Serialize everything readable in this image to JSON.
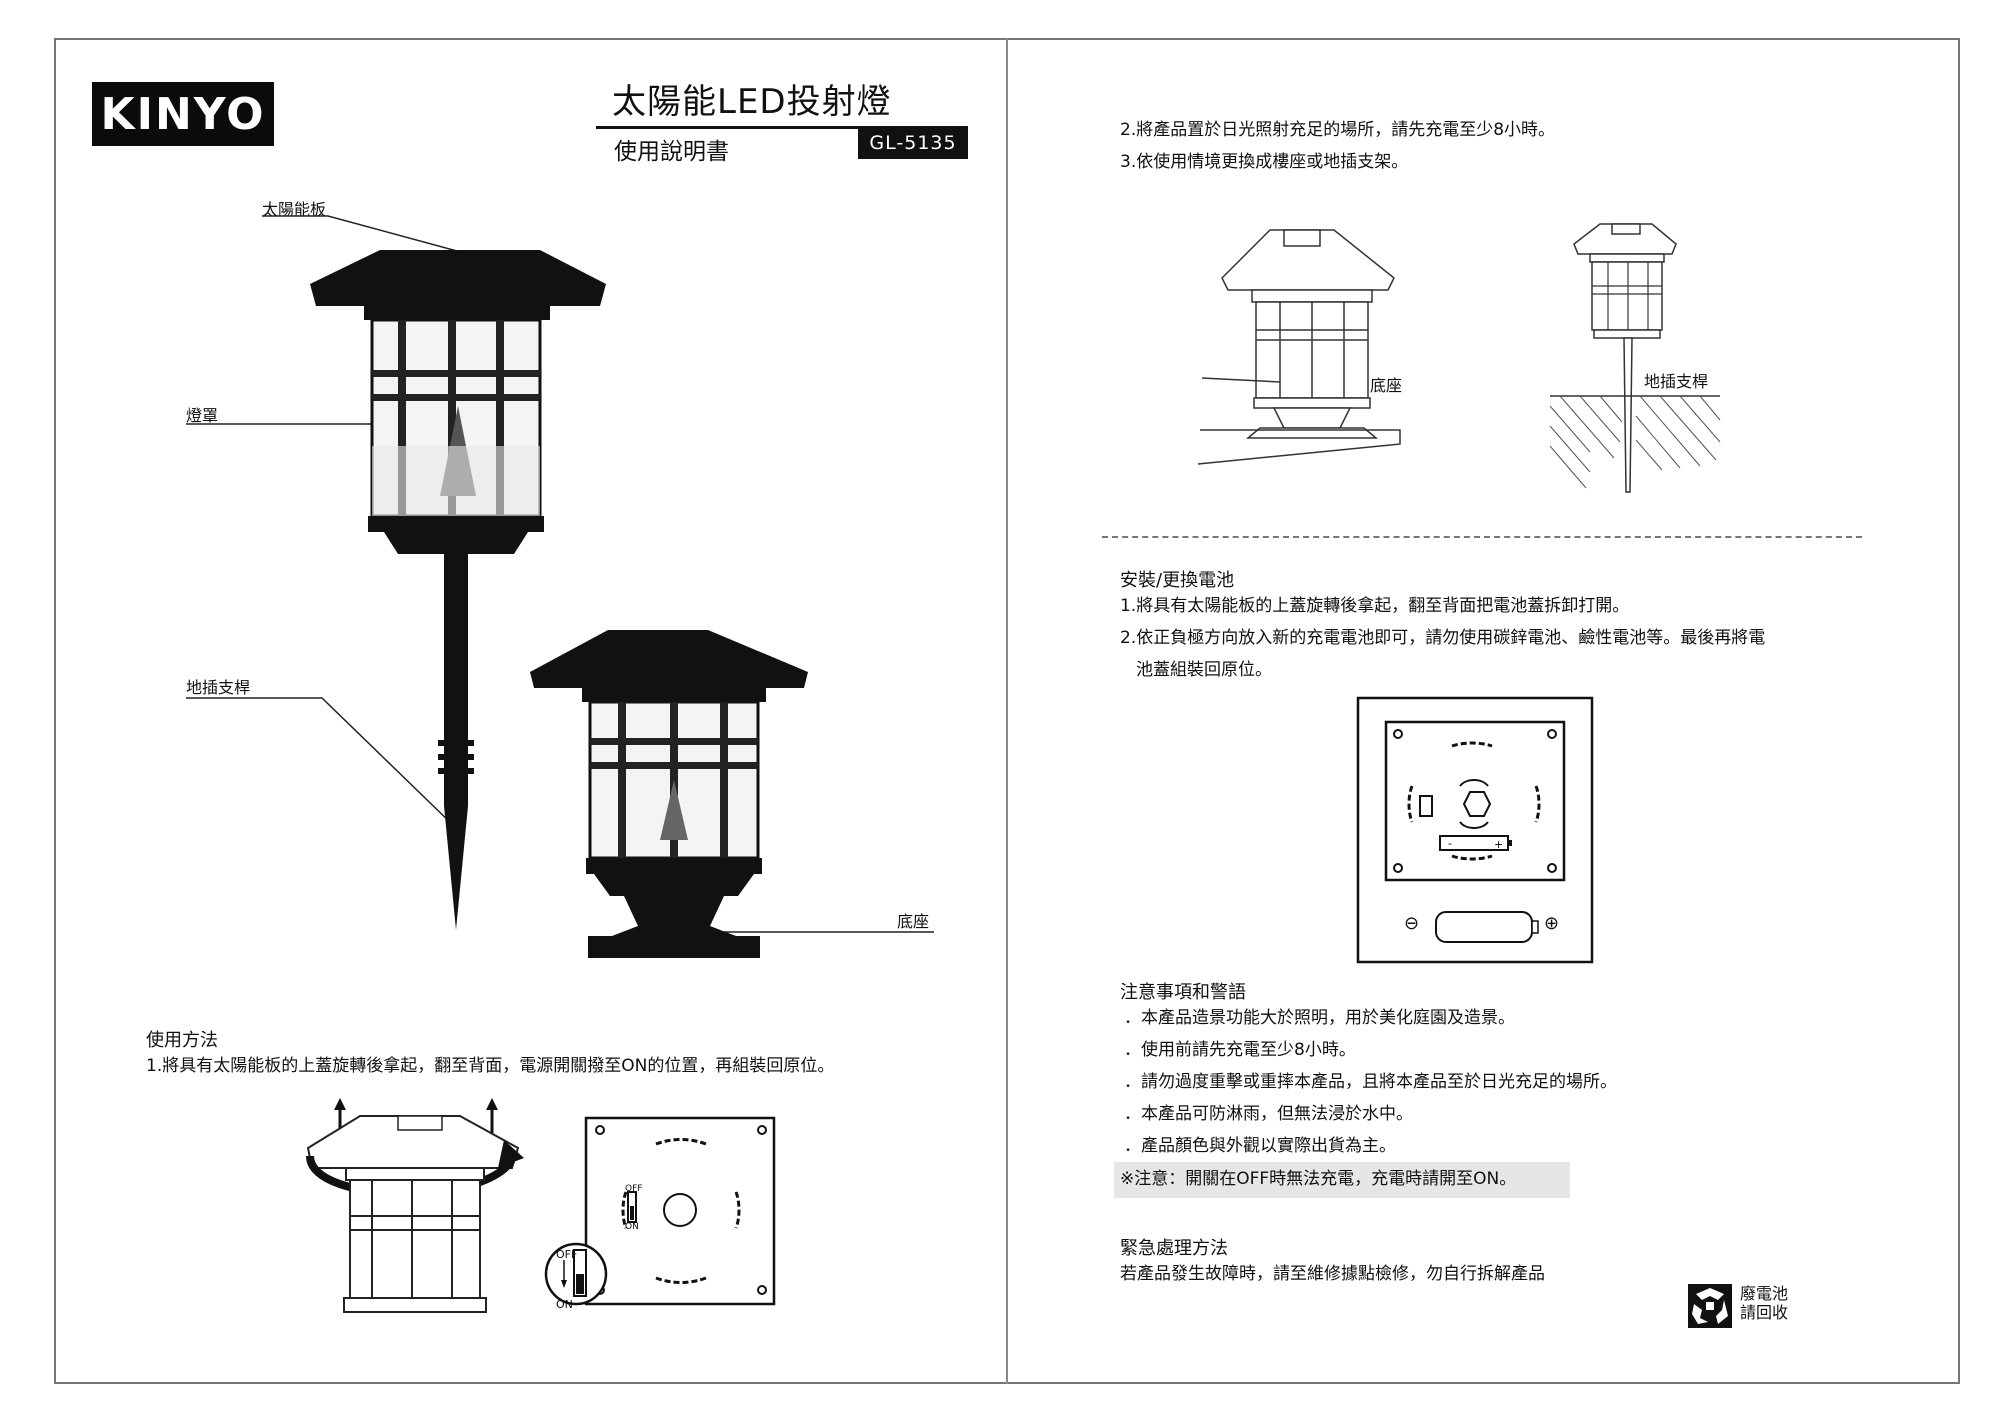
{
  "brand": {
    "logo_text": "KINYO"
  },
  "header": {
    "title": "太陽能LED投射燈",
    "subtitle": "使用說明書",
    "model": "GL-5135"
  },
  "left_diagram": {
    "label_solar_panel": "太陽能板",
    "label_lamp_shade": "燈罩",
    "label_ground_stake": "地插支桿",
    "label_base": "底座"
  },
  "usage": {
    "heading": "使用方法",
    "step1": "1.將具有太陽能板的上蓋旋轉後拿起，翻至背面，電源開關撥至ON的位置，再組裝回原位。",
    "switch_off": "OFF",
    "switch_on": "ON"
  },
  "right_top": {
    "step2": "2.將產品置於日光照射充足的場所，請先充電至少8小時。",
    "step3": "3.依使用情境更換成樓座或地插支架。",
    "label_base": "底座",
    "label_ground_stake": "地插支桿"
  },
  "battery": {
    "heading": "安裝/更換電池",
    "step1": "1.將具有太陽能板的上蓋旋轉後拿起，翻至背面把電池蓋拆卸打開。",
    "step2_line1": "2.依正負極方向放入新的充電電池即可，請勿使用碳鋅電池、鹼性電池等。最後再將電",
    "step2_line2": "池蓋組裝回原位。",
    "minus_symbol": "⊖",
    "plus_symbol": "⊕"
  },
  "warnings": {
    "heading": "注意事項和警語",
    "items": [
      "．本產品造景功能大於照明，用於美化庭園及造景。",
      "．使用前請先充電至少8小時。",
      "．請勿過度重擊或重摔本產品，且將本產品至於日光充足的場所。",
      "．本產品可防淋雨，但無法浸於水中。",
      "．產品顏色與外觀以實際出貨為主。"
    ],
    "note": "※注意：開關在OFF時無法充電，充電時請開至ON。"
  },
  "emergency": {
    "heading": "緊急處理方法",
    "text": "若產品發生故障時，請至維修據點檢修，勿自行拆解產品"
  },
  "recycle": {
    "line1": "廢電池",
    "line2": "請回收",
    "icon": "recycle-icon"
  }
}
